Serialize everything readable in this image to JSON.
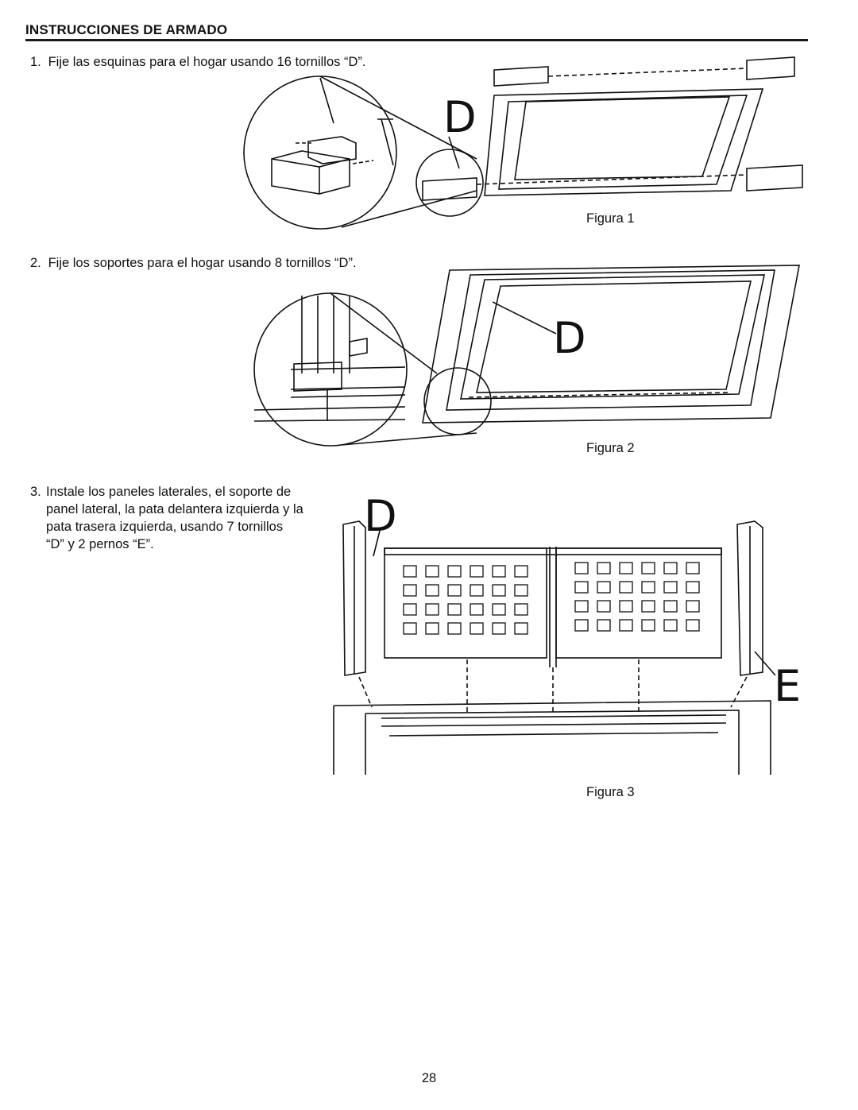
{
  "header": {
    "title": "INSTRUCCIONES DE ARMADO"
  },
  "steps": [
    {
      "number": "1.",
      "text": "Fije las esquinas para el hogar usando 16 tornillos “D”."
    },
    {
      "number": "2.",
      "text": "Fije los soportes para el hogar usando 8 tornillos “D”."
    },
    {
      "number": "3.",
      "text": "Instale los paneles laterales, el soporte de panel lateral, la pata delantera izquierda y la pata trasera  izquierda, usando 7 tornillos “D” y 2 pernos “E”."
    }
  ],
  "figures": [
    {
      "caption": "Figura 1",
      "callouts": [
        "D"
      ]
    },
    {
      "caption": "Figura 2",
      "callouts": [
        "D"
      ]
    },
    {
      "caption": "Figura 3",
      "callouts": [
        "D",
        "E"
      ]
    }
  ],
  "footer": {
    "page_number": "28"
  }
}
